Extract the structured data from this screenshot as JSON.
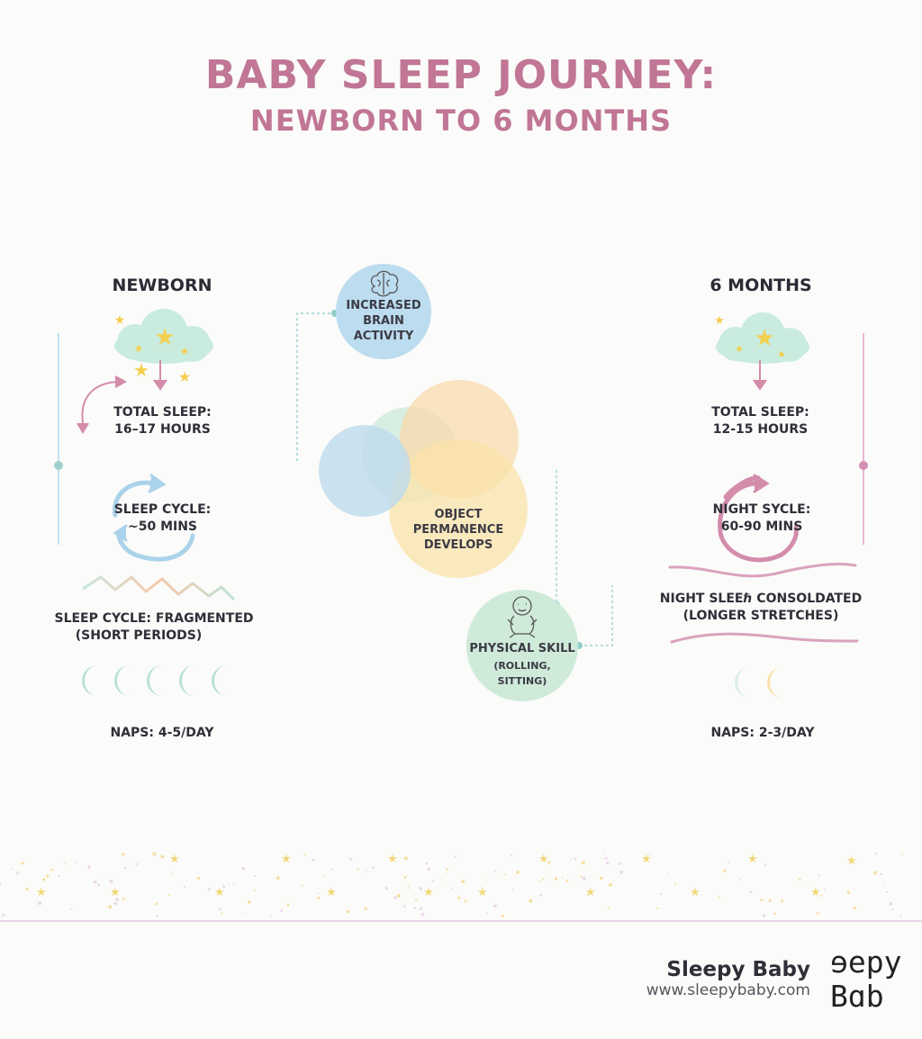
{
  "title": {
    "line1": "BABY SLEEP JOURNEY:",
    "line2": "NEWBORN TO 6 MONTHS"
  },
  "newborn": {
    "heading": "NEWBORN",
    "total_sleep": [
      "TOTAL SLEEP:",
      "16–17 HOURS"
    ],
    "sleep_cycle": [
      "SLEEP CYCLE:",
      "~50 MINS"
    ],
    "fragmented": [
      "SLEEP CYCLE: FRAGMENTED",
      "(SHORT PERIODS)"
    ],
    "naps": "NAPS: 4-5/DAY",
    "nap_count": 5
  },
  "six_months": {
    "heading": "6 MONTHS",
    "total_sleep": [
      "TOTAL SLEEP:",
      "12-15 HOURS"
    ],
    "night_cycle": [
      "NIGHT SYCLE:",
      "60-90 MINS"
    ],
    "consolidated": [
      "NIGHT SLEEℏ CONSOLDATED",
      "(LONGER STRETCHES)"
    ],
    "naps": "NAPS: 2-3/DAY",
    "nap_count": 2
  },
  "milestones": {
    "brain": [
      "INCREASED",
      "BRAIN",
      "ACTIVITY"
    ],
    "object": [
      "OBJECT",
      "PERMANENCE",
      "DEVELOPS"
    ],
    "physical": [
      "PHYSICAL SKILL",
      "(ROLLING, SITTING)"
    ]
  },
  "icons": [
    "cloud-stars-icon",
    "cycle-arrows-icon",
    "zigzag-icon",
    "moon-icon",
    "brain-icon",
    "baby-icon",
    "wave-icon"
  ],
  "colors": {
    "title": "#c07694",
    "mint": "#c9ecdf",
    "blue": "#bcd9ee",
    "peach": "#f8d9a8",
    "yellow": "#fbe4a6",
    "pink": "#d48cab",
    "star": "#f3cf4e"
  },
  "footer": {
    "brand": "Sleepy Baby",
    "url": "www.sleepybaby.com",
    "logo_line1": "ɘepy",
    "logo_line2": "Bɑb"
  }
}
